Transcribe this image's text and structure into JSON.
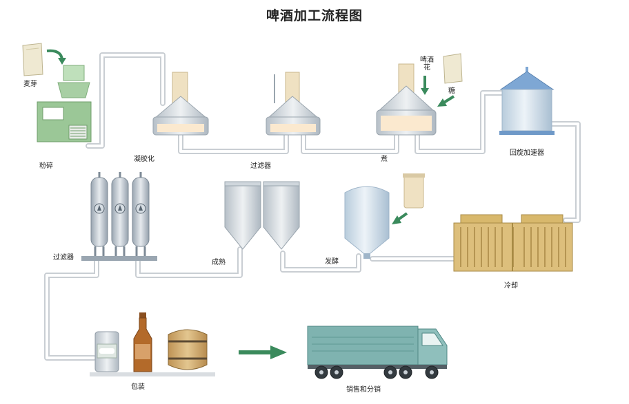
{
  "title": "啤酒加工流程图",
  "labels": {
    "malt": "麦芽",
    "mill": "粉碎",
    "gelatinize": "凝胶化",
    "filter1": "过滤器",
    "boil": "煮",
    "hops": "啤酒\n花",
    "sugar": "糖",
    "whirlpool": "回旋加速器",
    "cooling": "冷却",
    "ferment": "发酵",
    "mature": "成熟",
    "filter2": "过滤器",
    "package": "包装",
    "sales": "销售和分销"
  },
  "colors": {
    "pipe": "#d9dde1",
    "pipe_inner": "#ffffff",
    "steel": "#c9d0d6",
    "green_machine": "#a8cfa4",
    "arrow_green": "#3a8a5c",
    "cooler": "#d4b46a",
    "truck_body": "#7fb3b0",
    "silo_roof": "#7ea7d4",
    "bottle": "#b36a2a",
    "barrel": "#c89a5a"
  }
}
